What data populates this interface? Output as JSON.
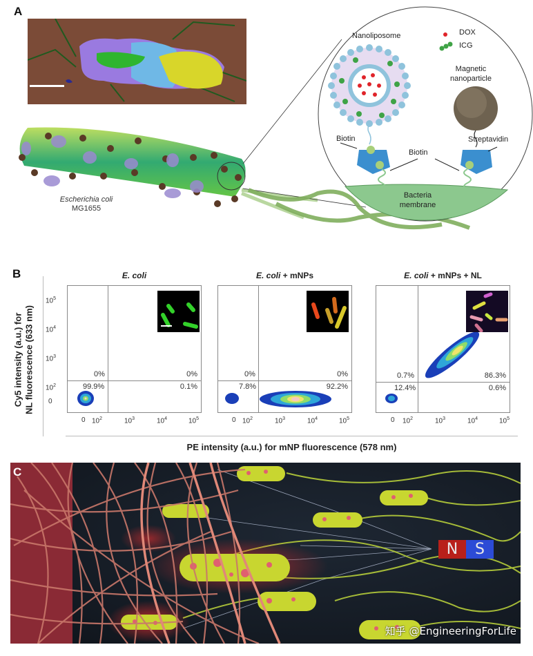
{
  "panel_a": {
    "letter": "A",
    "bacterium_label": {
      "species": "Escherichia coli",
      "strain": "MG1655"
    },
    "zoom_labels": {
      "nanoliposome": "Nanoliposome",
      "legend_dox": "DOX",
      "legend_icg": "ICG",
      "magnetic_np": [
        "Magnetic",
        "nanoparticle"
      ],
      "biotin_left": "Biotin",
      "biotin_center": "Biotin",
      "streptavidin": "Streptavidin",
      "membrane": [
        "Bacteria",
        "membrane"
      ]
    },
    "colors": {
      "dox": "#e0242a",
      "icg": "#3fa346",
      "lipid_head": "#8fc3dc",
      "streptavidin": "#3b8fcf",
      "membrane": "#8cc88e"
    }
  },
  "panel_b": {
    "letter": "B",
    "y_axis_label": [
      "Cy5  intensity (a.u.) for",
      "NL fluorescence (633 nm)"
    ],
    "x_axis_label": "PE intensity (a.u.) for mNP fluorescence (578 nm)",
    "y_ticks": [
      "10^5",
      "10^4",
      "10^3",
      "10^2",
      "0"
    ],
    "x_ticks": [
      "0",
      "10^2",
      "10^3",
      "10^4",
      "10^5"
    ],
    "plots": [
      {
        "title_italic": "E. coli",
        "title_rest": "",
        "q_ul": "0%",
        "q_ur": "0%",
        "q_ll": "99.9%",
        "q_lr": "0.1%"
      },
      {
        "title_italic": "E. coli",
        "title_rest": " + mNPs",
        "q_ul": "0%",
        "q_ur": "0%",
        "q_ll": "7.8%",
        "q_lr": "92.2%"
      },
      {
        "title_italic": "E. coli",
        "title_rest": " + mNPs + NL",
        "q_ul": "0.7%",
        "q_ur": "86.3%",
        "q_ll": "12.4%",
        "q_lr": "0.6%"
      }
    ]
  },
  "panel_c": {
    "letter": "C",
    "magnet": {
      "north": "N",
      "south": "S",
      "north_color": "#b8201a",
      "south_color": "#2c4bd6"
    },
    "watermark": "知乎 @EngineeringForLife"
  },
  "chart_data": [
    {
      "type": "scatter",
      "title": "E. coli",
      "xlabel": "PE intensity (a.u.) for mNP fluorescence (578 nm)",
      "ylabel": "Cy5 intensity (a.u.) for NL fluorescence (633 nm)",
      "x_scale": "biexponential",
      "y_scale": "biexponential",
      "x_ticks": [
        "0",
        "10^2",
        "10^3",
        "10^4",
        "10^5"
      ],
      "y_ticks": [
        "0",
        "10^2",
        "10^3",
        "10^4",
        "10^5"
      ],
      "quadrants": {
        "upper_left": 0,
        "upper_right": 0,
        "lower_left": 99.9,
        "lower_right": 0.1
      },
      "populations": [
        {
          "x_center": "~0",
          "y_center": "~0"
        }
      ]
    },
    {
      "type": "scatter",
      "title": "E. coli + mNPs",
      "xlabel": "PE intensity (a.u.) for mNP fluorescence (578 nm)",
      "ylabel": "Cy5 intensity (a.u.) for NL fluorescence (633 nm)",
      "quadrants": {
        "upper_left": 0,
        "upper_right": 0,
        "lower_left": 7.8,
        "lower_right": 92.2
      },
      "populations": [
        {
          "x_center": "~0",
          "y_center": "~0"
        },
        {
          "x_center": "~3x10^3",
          "y_center": "~0"
        }
      ]
    },
    {
      "type": "scatter",
      "title": "E. coli + mNPs + NL",
      "xlabel": "PE intensity (a.u.) for mNP fluorescence (578 nm)",
      "ylabel": "Cy5 intensity (a.u.) for NL fluorescence (633 nm)",
      "quadrants": {
        "upper_left": 0.7,
        "upper_right": 86.3,
        "lower_left": 12.4,
        "lower_right": 0.6
      },
      "populations": [
        {
          "x_center": "~0",
          "y_center": "~0"
        },
        {
          "x_center": "~3x10^3",
          "y_center": "~2x10^3"
        }
      ]
    }
  ]
}
